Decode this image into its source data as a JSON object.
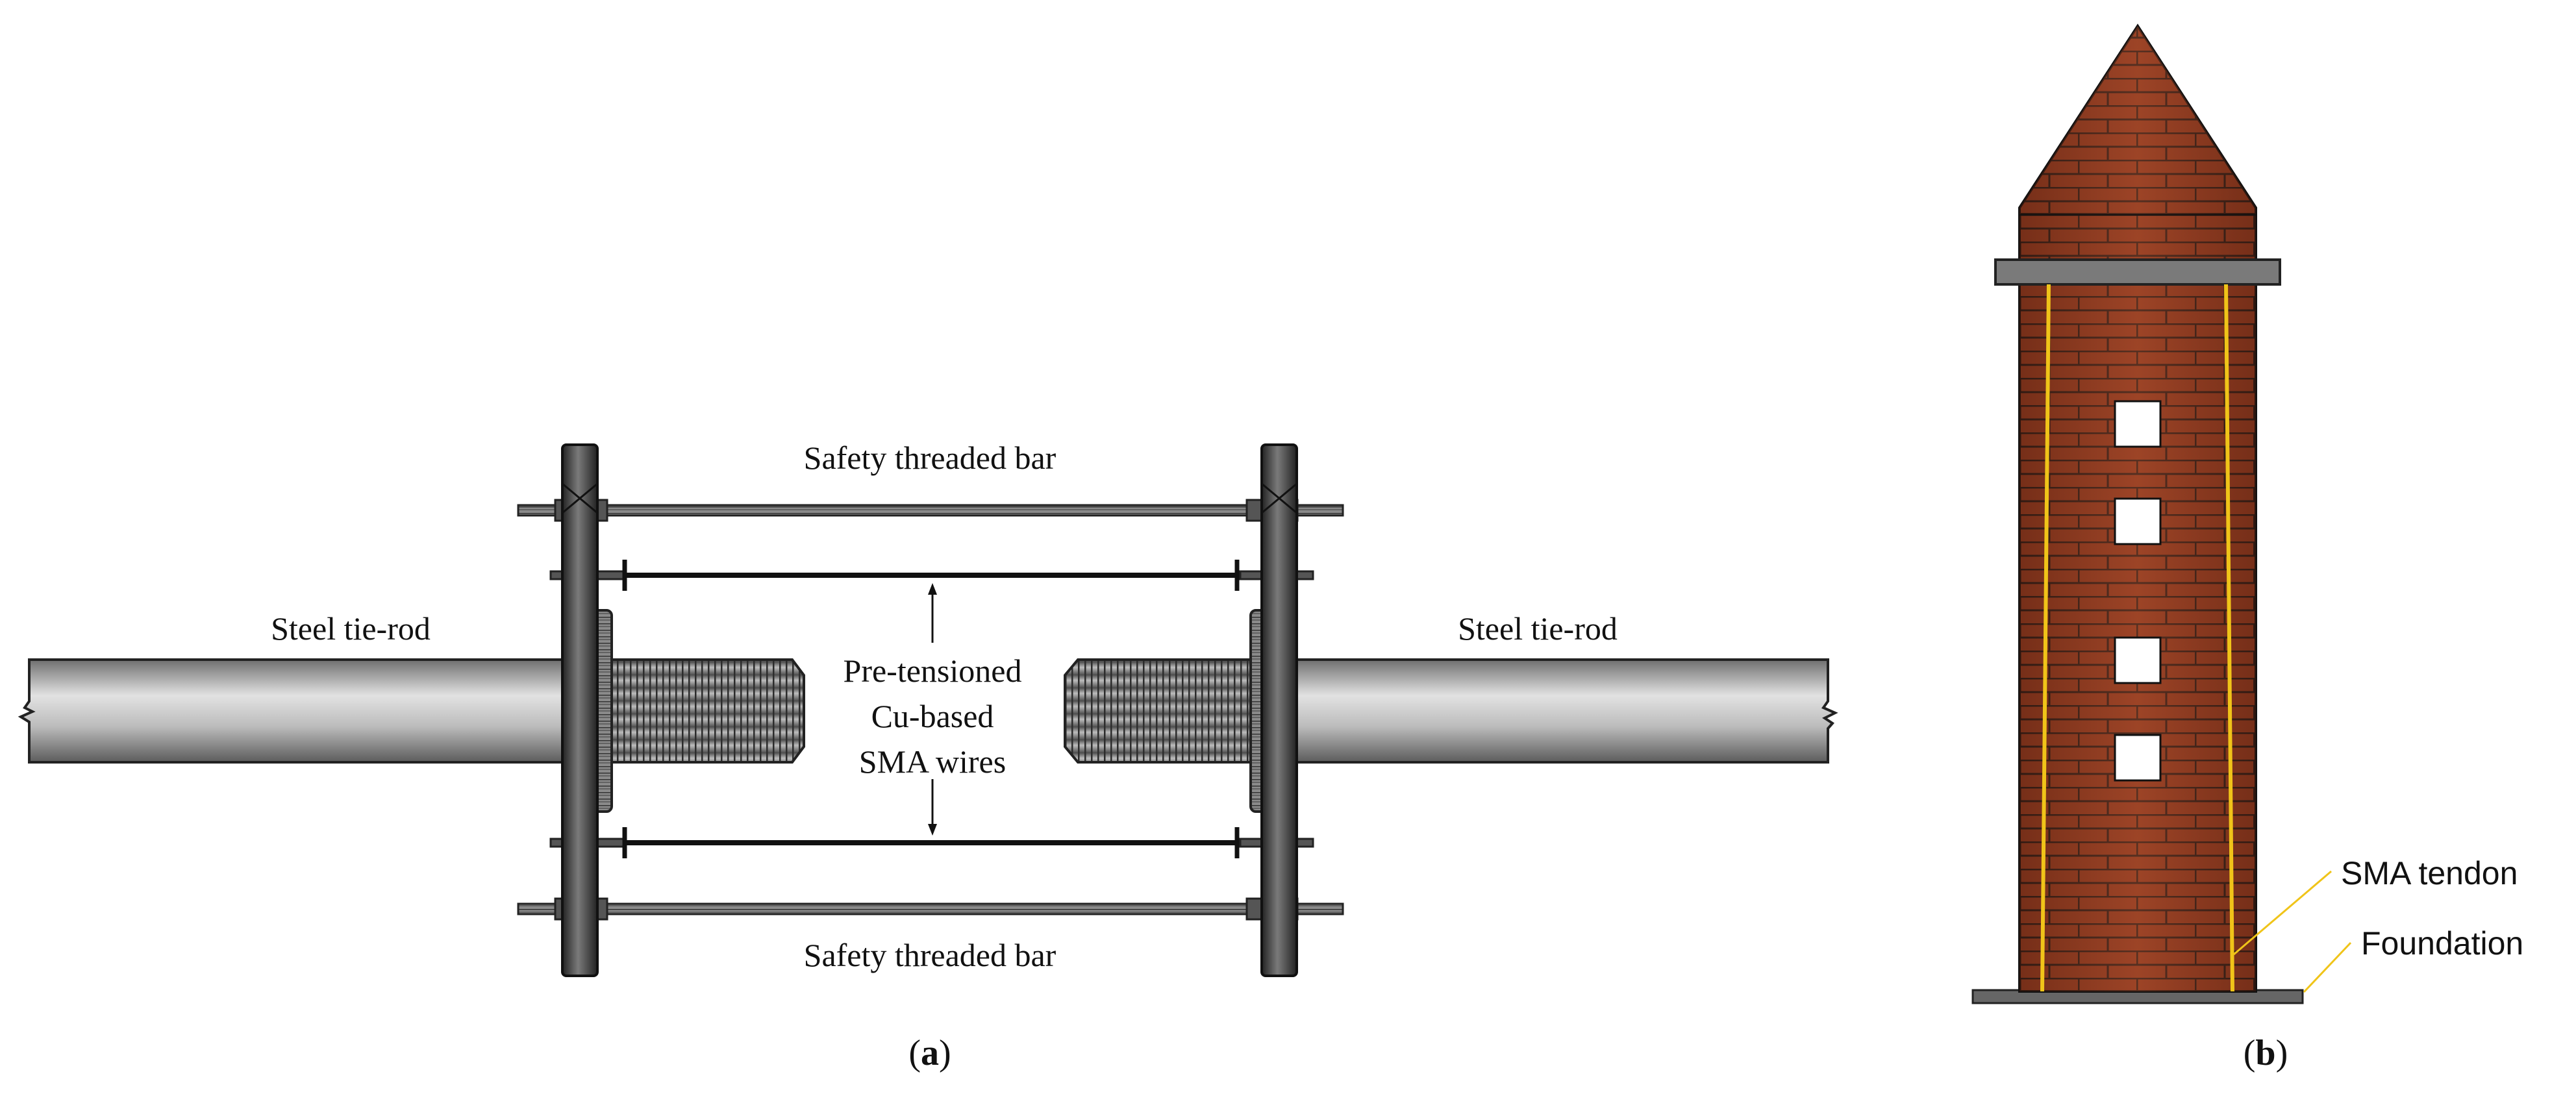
{
  "panel_a": {
    "label_open": "(",
    "label_letter": "a",
    "label_close": ")",
    "safety_bar_top": "Safety threaded bar",
    "safety_bar_bottom": "Safety threaded bar",
    "tie_rod_left": "Steel tie-rod",
    "tie_rod_right": "Steel tie-rod",
    "sma_wires_line1": "Pre-tensioned",
    "sma_wires_line2": "Cu-based",
    "sma_wires_line3": "SMA wires"
  },
  "panel_b": {
    "label_open": "(",
    "label_letter": "b",
    "label_close": ")",
    "sma_tendon": "SMA tendon",
    "foundation": "Foundation"
  },
  "colors": {
    "brick": "#9a3f24",
    "brick_dark": "#5e2210",
    "mortar": "#1a1a1a",
    "steel": "#8e8e8e",
    "frame": "#3c3c3c",
    "tendon": "#f0c419"
  }
}
